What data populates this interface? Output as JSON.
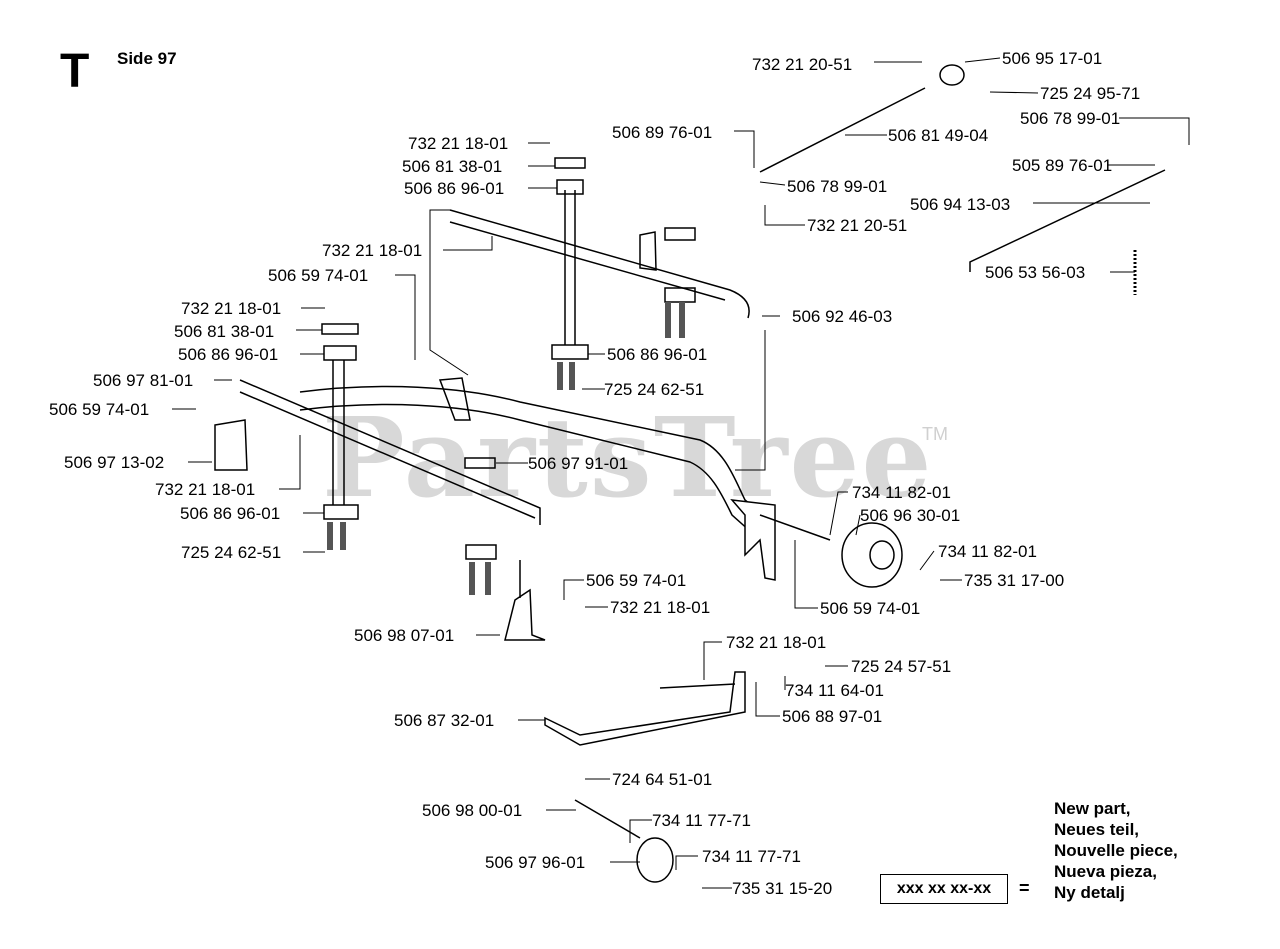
{
  "header": {
    "section_letter": "T",
    "page_label": "Side 97"
  },
  "watermark": {
    "text": "PartsTree",
    "trademark": "TM"
  },
  "legend": {
    "code_placeholder": "xxx xx xx-xx",
    "equals": "=",
    "lines": [
      "New part,",
      "Neues teil,",
      "Nouvelle piece,",
      "Nueva pieza,",
      "Ny detalj"
    ]
  },
  "callouts": [
    "732 21 20-51",
    "506 95 17-01",
    "725 24 95-71",
    "506 89 76-01",
    "506 81 49-04",
    "506 78 99-01",
    "506 78 99-01",
    "505 89 76-01",
    "732 21 20-51",
    "506 94 13-03",
    "506 53 56-03",
    "732 21 18-01",
    "506 81 38-01",
    "506 86 96-01",
    "732 21 18-01",
    "506 59 74-01",
    "732 21 18-01",
    "506 81 38-01",
    "506 86 96-01",
    "506 92 46-03",
    "506 86 96-01",
    "725 24 62-51",
    "506 97 81-01",
    "506 59 74-01",
    "506 97 13-02",
    "732 21 18-01",
    "506 97 91-01",
    "506 86 96-01",
    "725 24 62-51",
    "734 11 82-01",
    "506 96 30-01",
    "734 11 82-01",
    "735 31 17-00",
    "506 59 74-01",
    "506 59 74-01",
    "732 21 18-01",
    "506 98 07-01",
    "732 21 18-01",
    "725 24 57-51",
    "734 11 64-01",
    "506 88 97-01",
    "506 87 32-01",
    "724 64 51-01",
    "506 98 00-01",
    "734 11 77-71",
    "734 11 77-71",
    "506 97 96-01",
    "735 31 15-20"
  ]
}
